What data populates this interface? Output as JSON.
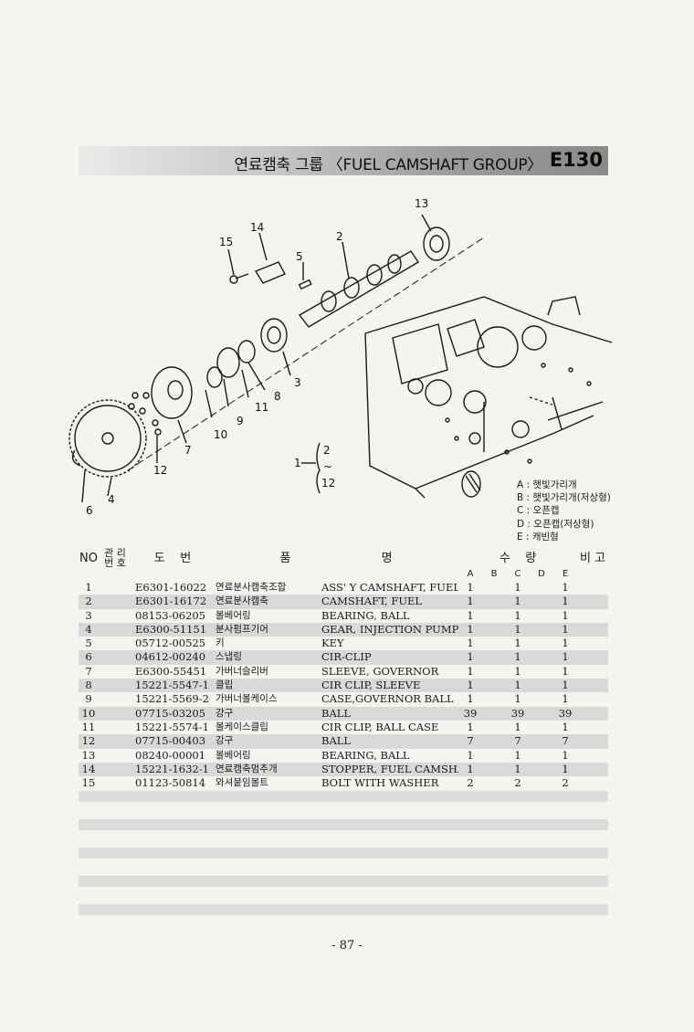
{
  "header": {
    "title": "연료캠축 그룹 〈FUEL CAMSHAFT GROUP〉",
    "code": "E130"
  },
  "diagram": {
    "callouts": [
      "13",
      "14",
      "15",
      "2",
      "5",
      "3",
      "8",
      "11",
      "9",
      "10",
      "7",
      "12",
      "4",
      "6",
      "1"
    ],
    "bracket_items": [
      "2",
      "~",
      "12"
    ]
  },
  "legend": [
    "A : 햇빛가리개",
    "B : 햇빛가리개(저상형)",
    "C : 오픈캡",
    "D : 오픈캡(저상형)",
    "E : 캐빈형"
  ],
  "table": {
    "headers": {
      "no": "NO",
      "mgmt": "관 리\n번 호",
      "drawing": "도    번",
      "name": "품                        명",
      "qty": "수    량",
      "note": "비 고",
      "qty_cols": [
        "A",
        "B",
        "C",
        "D",
        "E"
      ]
    },
    "rows": [
      {
        "no": "1",
        "part": "E6301-16022",
        "kor": "연료분사캠축조합",
        "eng": "ASS' Y CAMSHAFT, FUEL",
        "a": "1",
        "c": "1",
        "e": "1"
      },
      {
        "no": "2",
        "part": "E6301-16172",
        "kor": "연료분사캠축",
        "eng": "CAMSHAFT, FUEL",
        "a": "1",
        "c": "1",
        "e": "1"
      },
      {
        "no": "3",
        "part": "08153-06205",
        "kor": "볼베어링",
        "eng": "BEARING, BALL",
        "a": "1",
        "c": "1",
        "e": "1"
      },
      {
        "no": "4",
        "part": "E6300-51151",
        "kor": "분사펌프기어",
        "eng": "GEAR, INJECTION PUMP",
        "a": "1",
        "c": "1",
        "e": "1"
      },
      {
        "no": "5",
        "part": "05712-00525",
        "kor": "키",
        "eng": "KEY",
        "a": "1",
        "c": "1",
        "e": "1"
      },
      {
        "no": "6",
        "part": "04612-00240",
        "kor": "스냅링",
        "eng": "CIR-CLIP",
        "a": "1",
        "c": "1",
        "e": "1"
      },
      {
        "no": "7",
        "part": "E6300-55451",
        "kor": "가버너슬리버",
        "eng": "SLEEVE, GOVERNOR",
        "a": "1",
        "c": "1",
        "e": "1"
      },
      {
        "no": "8",
        "part": "15221-5547-1",
        "kor": "클립",
        "eng": "CIR CLIP, SLEEVE",
        "a": "1",
        "c": "1",
        "e": "1"
      },
      {
        "no": "9",
        "part": "15221-5569-2",
        "kor": "가버너볼케이스",
        "eng": "CASE,GOVERNOR BALL",
        "a": "1",
        "c": "1",
        "e": "1"
      },
      {
        "no": "10",
        "part": "07715-03205",
        "kor": "강구",
        "eng": "BALL",
        "a": "39",
        "c": "39",
        "e": "39"
      },
      {
        "no": "11",
        "part": "15221-5574-1",
        "kor": "볼케이스클립",
        "eng": "CIR CLIP, BALL CASE",
        "a": "1",
        "c": "1",
        "e": "1"
      },
      {
        "no": "12",
        "part": "07715-00403",
        "kor": "강구",
        "eng": "BALL",
        "a": "7",
        "c": "7",
        "e": "7"
      },
      {
        "no": "13",
        "part": "08240-00001",
        "kor": "볼베어링",
        "eng": "BEARING, BALL",
        "a": "1",
        "c": "1",
        "e": "1"
      },
      {
        "no": "14",
        "part": "15221-1632-1",
        "kor": "연료캠축멈추개",
        "eng": "STOPPER, FUEL CAMSHAFT",
        "a": "1",
        "c": "1",
        "e": "1"
      },
      {
        "no": "15",
        "part": "01123-50814",
        "kor": "와셔붙임볼트",
        "eng": "BOLT WITH WASHER",
        "a": "2",
        "c": "2",
        "e": "2"
      }
    ]
  },
  "footer": {
    "page": "- 87 -"
  }
}
